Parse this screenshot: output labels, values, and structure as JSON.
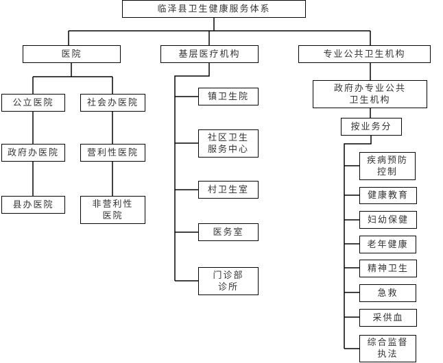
{
  "title": "临泽县卫生健康服务体系",
  "level1": {
    "hospital": "医院",
    "primary": "基层医疗机构",
    "public_health": "专业公共卫生机构"
  },
  "hospital": {
    "public": "公立医院",
    "social": "社会办医院",
    "gov_run": "政府办医院",
    "for_profit": "营利性医院",
    "county_run": "县办医院",
    "non_profit": "非营利性\n医院"
  },
  "primary": {
    "items": [
      "镇卫生院",
      "社区卫生\n服务中心",
      "村卫生室",
      "医务室",
      "门诊部\n诊所"
    ]
  },
  "public_health": {
    "gov_run": "政府办专业公共\n卫生机构",
    "by_business": "按业务分",
    "items": [
      "疾病预防\n控制",
      "健康教育",
      "妇幼保健",
      "老年健康",
      "精神卫生",
      "急救",
      "采供血",
      "综合监督\n执法"
    ]
  }
}
